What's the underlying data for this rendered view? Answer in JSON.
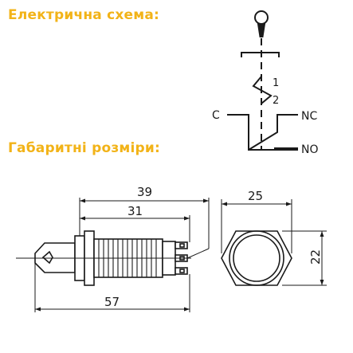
{
  "headings": {
    "schematic": "Електрична схема:",
    "dimensions": "Габаритні розміри:"
  },
  "schematic": {
    "pin_1": "1",
    "pin_2": "2",
    "common": "C",
    "normally_closed": "NC",
    "normally_open": "NO"
  },
  "dimensions": {
    "overall_length": "39",
    "body_length": "31",
    "total_length": "57",
    "nut_width": "25",
    "body_diameter": "22"
  },
  "colors": {
    "heading": "#f2b318",
    "line": "#1a1a1a"
  }
}
